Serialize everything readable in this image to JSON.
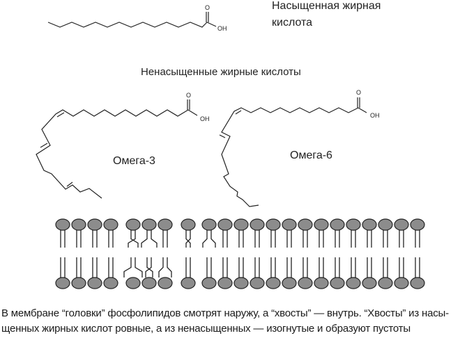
{
  "saturated": {
    "label_line1": "Насыщенная жирная",
    "label_line2": "кислота"
  },
  "unsaturated": {
    "title": "Ненасыщенные жирные кислоты"
  },
  "omega3": {
    "label": "Омега-3"
  },
  "omega6": {
    "label": "Омега-6"
  },
  "atoms": {
    "oxygen": "O",
    "hydroxyl": "OH"
  },
  "caption": {
    "line1": "В мембране “головки” фосфолипидов смотрят наружу, а “хвосты” — внутрь. “Хвосты” из насы-",
    "line2": "щенных жирных кислот ровные, а из ненасыщенных — изогнутые и образуют пустоты"
  },
  "colors": {
    "lipid_head": "#8c8c8c",
    "stroke": "#222222"
  }
}
